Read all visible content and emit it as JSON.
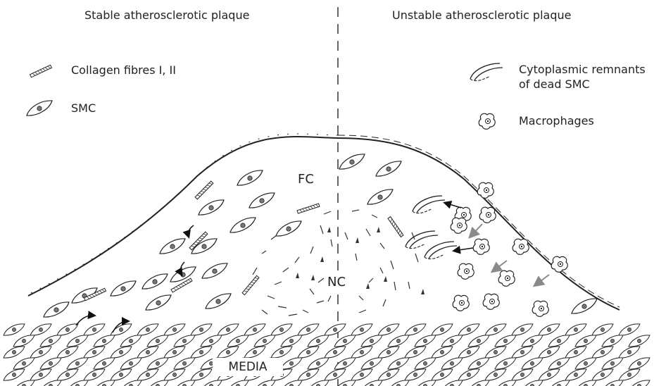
{
  "titles": {
    "left": "Stable atherosclerotic plaque",
    "right": "Unstable atherosclerotic plaque"
  },
  "legend_left": {
    "collagen": "Collagen fibres I, II",
    "smc": "SMC"
  },
  "legend_right": {
    "remnants_line1": "Cytoplasmic remnants",
    "remnants_line2": "of dead SMC",
    "macrophages": "Macrophages"
  },
  "regions": {
    "fibrous_cap": "FC",
    "necrotic_core": "NC",
    "media": "MEDIA"
  },
  "icons": [
    "collagen-fibre-icon",
    "smc-cell-icon",
    "dead-smc-remnant-icon",
    "macrophage-icon"
  ],
  "colors": {
    "line": "#222222",
    "arrow_dark": "#111111",
    "arrow_grey": "#8a8a8a"
  }
}
